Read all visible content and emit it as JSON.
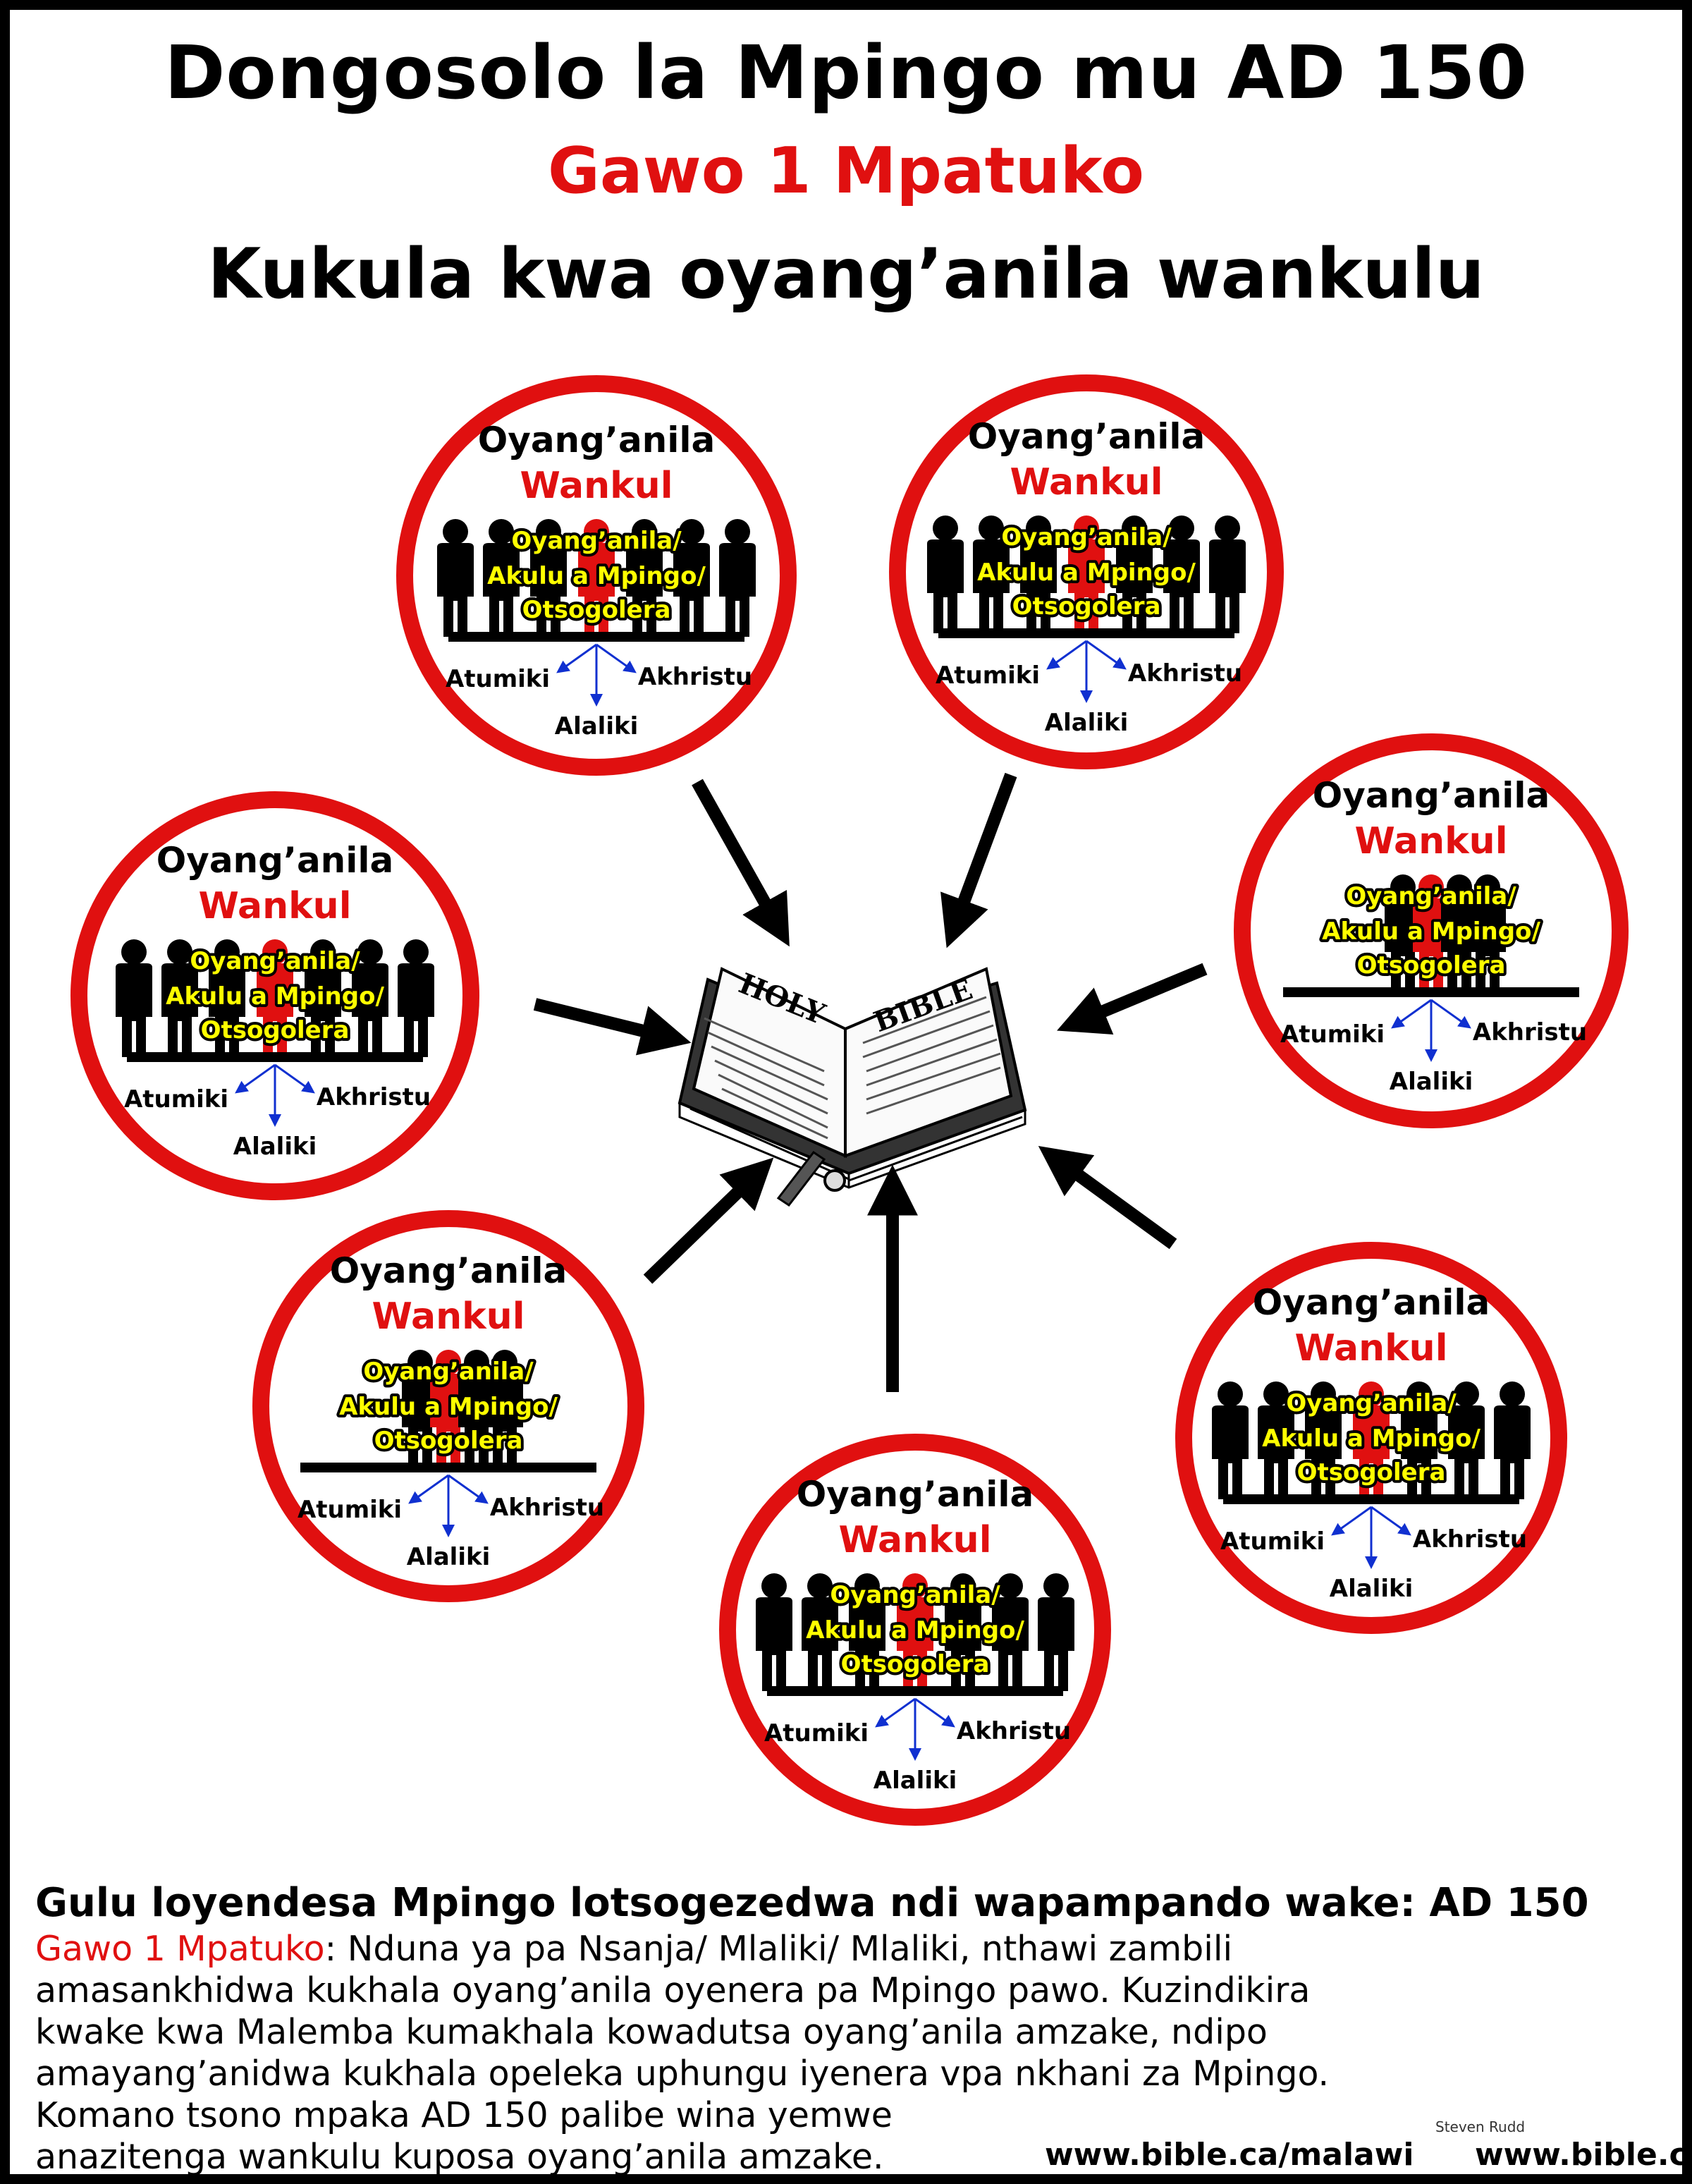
{
  "title": {
    "line1": "Dongosolo la Mpingo mu AD 150",
    "line2": "Gawo 1 Mpatuko",
    "line3": "Kukula kwa oyang’anila wankulu"
  },
  "circle_labels": {
    "top": "Oyang’anila",
    "red": "Wankul",
    "yellow1": "Oyang’anila/",
    "yellow2": "Akulu a Mpingo/",
    "yellow3": "Otsogolera",
    "left_group": "Atumiki",
    "right_group": "Akhristu",
    "bottom_group": "Alaliki"
  },
  "center_image": {
    "icon": "holy-bible-icon",
    "left_page": "HOLY",
    "right_page": "BIBLE"
  },
  "bottom_text": {
    "heading": "Gulu loyendesa Mpingo lotsogezedwa ndi wapampando wake: AD 150",
    "highlight": "Gawo 1 Mpatuko",
    "line1_rest": ": Nduna ya pa Nsanja/ Mlaliki/ Mlaliki, nthawi zambili",
    "line2": "amasankhidwa kukhala oyang’anila oyenera pa Mpingo pawo. Kuzindikira",
    "line3": "kwake kwa Malemba kumakhala kowadutsa oyang’anila amzake, ndipo",
    "line4": "amayang’anidwa kukhala opeleka uphungu iyenera vpa nkhani za Mpingo.",
    "line5": "Komano tsono mpaka AD 150 palibe wina yemwe",
    "line6": "anazitenga wankulu kuposa oyang’anila amzake."
  },
  "footer": {
    "url_malawi": "www.bible.ca/malawi",
    "url_main": "www.bible.ca",
    "signature": "Steven Rudd"
  },
  "colors": {
    "accent_red": "#e01010",
    "highlight_yellow": "#ffff00",
    "arrow_blue": "#1030d0"
  }
}
